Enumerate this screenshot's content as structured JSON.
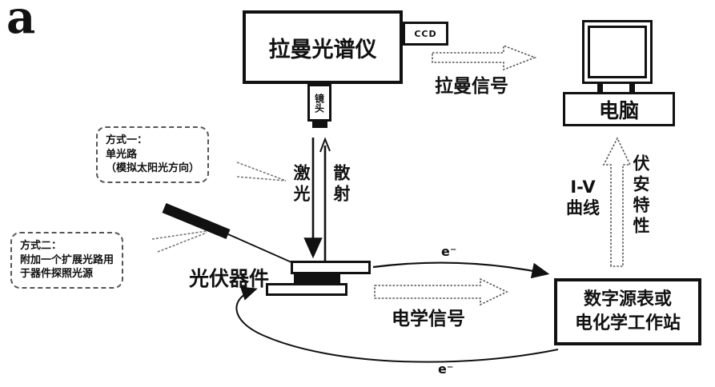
{
  "figure": {
    "label": "a"
  },
  "spectrometer": {
    "name": "拉曼光谱仪",
    "detector": "CCD",
    "lens": "镜头"
  },
  "computer": {
    "label": "电脑"
  },
  "source_meter": {
    "line1": "数字源表或",
    "line2": "电化学工作站"
  },
  "device": {
    "label": "光伏器件"
  },
  "signals": {
    "raman": "拉曼信号",
    "electrical": "电学信号",
    "laser": "激光",
    "scattered": "散射",
    "iv_line1": "I-V",
    "iv_line2": "曲线",
    "volt_ampere": "伏安特性",
    "electron_top": "e⁻",
    "electron_bottom": "e⁻"
  },
  "callouts": {
    "method1": {
      "line1": "方式一：",
      "line2": "单光路",
      "line3": "（模拟太阳光方向）"
    },
    "method2": {
      "line1": "方式二：",
      "line2": "附加一个扩展光路用",
      "line3": "于器件探照光源"
    }
  },
  "colors": {
    "ink": "#111111",
    "dashed_outline": "#555555",
    "background": "#ffffff"
  }
}
